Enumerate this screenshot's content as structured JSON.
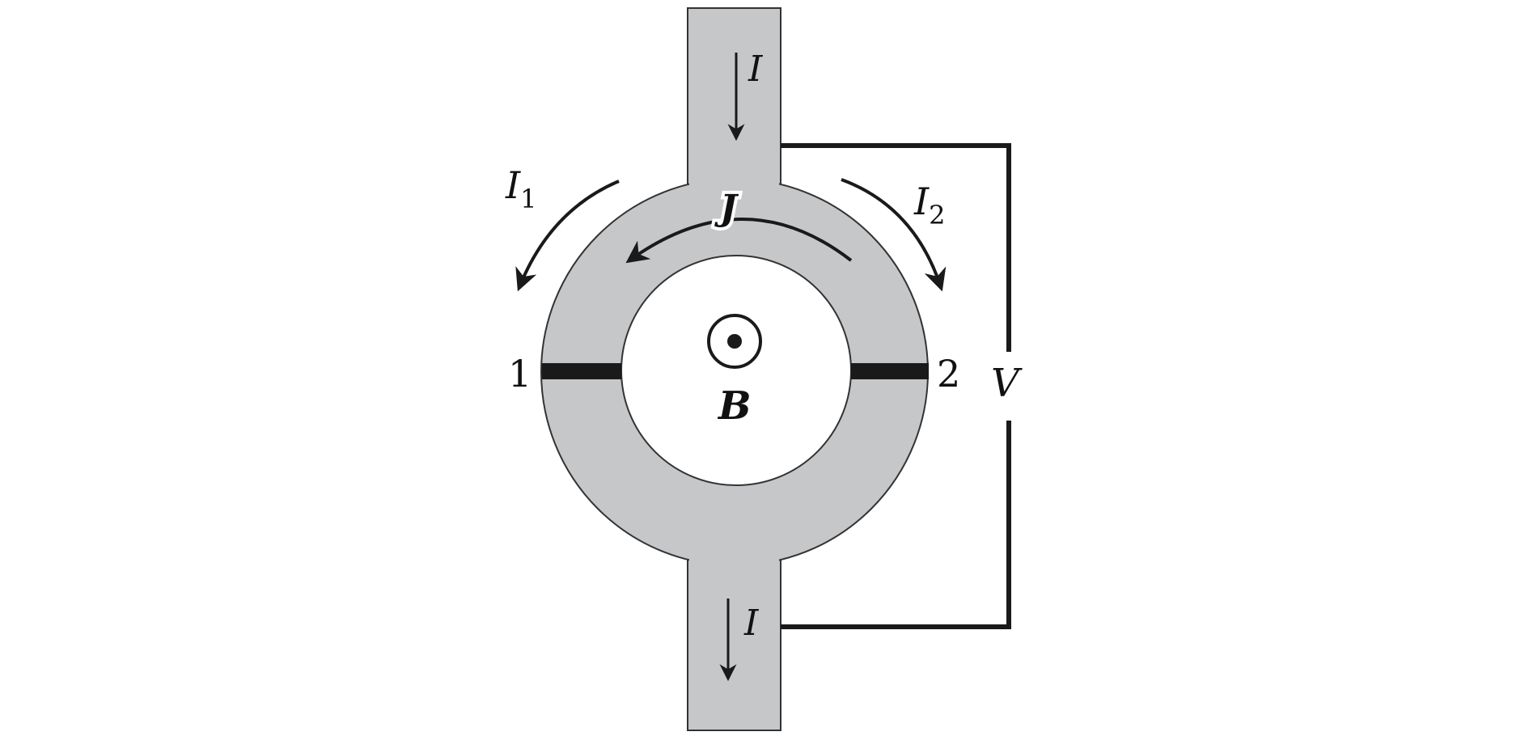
{
  "labels": {
    "current_in": "I",
    "current_out": "I",
    "branch1": "I",
    "branch1_sub": "1",
    "branch2": "I",
    "branch2_sub": "2",
    "circulating": "J",
    "field": "B",
    "junction1": "1",
    "junction2": "2",
    "voltage": "V"
  },
  "colors": {
    "superconductor": "#c6c7c9",
    "ink": "#1a1a1a"
  }
}
